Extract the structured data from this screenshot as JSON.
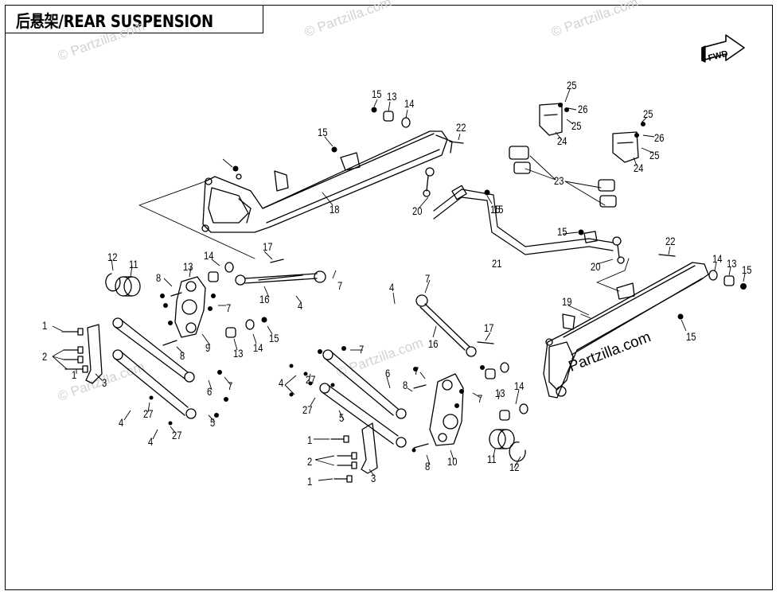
{
  "title": "后悬架/REAR SUSPENSION",
  "fwd_label": "FWD",
  "watermark": "© Partzilla.com",
  "watermark_main": "Partzilla.com",
  "callouts": [
    {
      "n": "15"
    },
    {
      "n": "13"
    },
    {
      "n": "14"
    },
    {
      "n": "22"
    },
    {
      "n": "15"
    },
    {
      "n": "15"
    },
    {
      "n": "18"
    },
    {
      "n": "20"
    },
    {
      "n": "15"
    },
    {
      "n": "21"
    },
    {
      "n": "15"
    },
    {
      "n": "20"
    },
    {
      "n": "22"
    },
    {
      "n": "14"
    },
    {
      "n": "13"
    },
    {
      "n": "15"
    },
    {
      "n": "19"
    },
    {
      "n": "15"
    },
    {
      "n": "25"
    },
    {
      "n": "26"
    },
    {
      "n": "25"
    },
    {
      "n": "24"
    },
    {
      "n": "25"
    },
    {
      "n": "26"
    },
    {
      "n": "25"
    },
    {
      "n": "24"
    },
    {
      "n": "23"
    },
    {
      "n": "12"
    },
    {
      "n": "11"
    },
    {
      "n": "8"
    },
    {
      "n": "13"
    },
    {
      "n": "14"
    },
    {
      "n": "17"
    },
    {
      "n": "7"
    },
    {
      "n": "16"
    },
    {
      "n": "4"
    },
    {
      "n": "7"
    },
    {
      "n": "9"
    },
    {
      "n": "13"
    },
    {
      "n": "14"
    },
    {
      "n": "15"
    },
    {
      "n": "8"
    },
    {
      "n": "1"
    },
    {
      "n": "2"
    },
    {
      "n": "1"
    },
    {
      "n": "3"
    },
    {
      "n": "6"
    },
    {
      "n": "7"
    },
    {
      "n": "4"
    },
    {
      "n": "27"
    },
    {
      "n": "5"
    },
    {
      "n": "4"
    },
    {
      "n": "27"
    },
    {
      "n": "4"
    },
    {
      "n": "7"
    },
    {
      "n": "16"
    },
    {
      "n": "17"
    },
    {
      "n": "7"
    },
    {
      "n": "4"
    },
    {
      "n": "27"
    },
    {
      "n": "27"
    },
    {
      "n": "6"
    },
    {
      "n": "8"
    },
    {
      "n": "7"
    },
    {
      "n": "7"
    },
    {
      "n": "13"
    },
    {
      "n": "14"
    },
    {
      "n": "5"
    },
    {
      "n": "1"
    },
    {
      "n": "2"
    },
    {
      "n": "1"
    },
    {
      "n": "3"
    },
    {
      "n": "8"
    },
    {
      "n": "10"
    },
    {
      "n": "11"
    },
    {
      "n": "12"
    }
  ]
}
